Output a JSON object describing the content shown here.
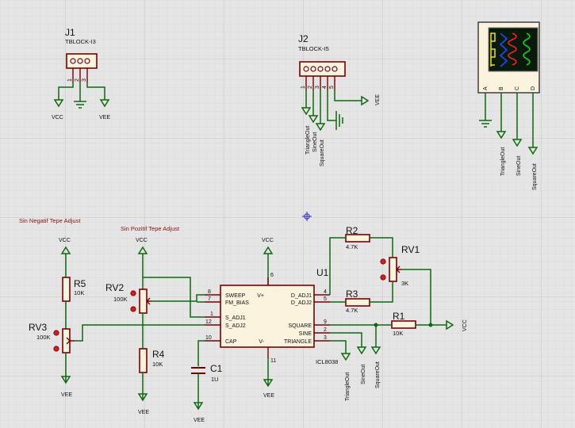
{
  "colors": {
    "background": "#e5e5e5",
    "grid_minor": "#d3d3d3",
    "grid_major": "#bcbcbc",
    "wire": "#0c6a0c",
    "part_outline": "#7a0000",
    "part_fill": "#fbf3dd",
    "note_text": "#8b1010"
  },
  "j1": {
    "ref": "J1",
    "value": "TBLOCK-I3",
    "pins": [
      "1",
      "2",
      "3"
    ],
    "net_left": "VCC",
    "net_right": "VEE"
  },
  "j2": {
    "ref": "J2",
    "value": "TBLOCK-I5",
    "pins": [
      "1",
      "2",
      "3",
      "4",
      "5"
    ],
    "nets": [
      "TriangleOut",
      "SineOut",
      "SquareOut"
    ],
    "net_vee": "VEE"
  },
  "scope": {
    "channels": [
      "A",
      "B",
      "C",
      "D"
    ],
    "nets": [
      "TriangleOut",
      "SineOut",
      "SquareOut"
    ],
    "trace_colors": [
      "#f2e600",
      "#1e48ff",
      "#ff2020",
      "#19d219"
    ]
  },
  "notes": {
    "neg": "Sin Negatif Tepe Adjust",
    "pos": "Sin Pozitif Tepe Adjust"
  },
  "rv3": {
    "ref": "RV3",
    "value": "100K"
  },
  "r5": {
    "ref": "R5",
    "value": "10K"
  },
  "rv2": {
    "ref": "RV2",
    "value": "100K"
  },
  "r4": {
    "ref": "R4",
    "value": "10K"
  },
  "c1": {
    "ref": "C1",
    "value": "1U"
  },
  "r2": {
    "ref": "R2",
    "value": "4.7K"
  },
  "r3": {
    "ref": "R3",
    "value": "4.7K"
  },
  "rv1": {
    "ref": "RV1",
    "value": "3K"
  },
  "r1": {
    "ref": "R1",
    "value": "10K"
  },
  "u1": {
    "ref": "U1",
    "value": "ICL8038",
    "pins_left": [
      {
        "num": "8",
        "name": "SWEEP"
      },
      {
        "num": "7",
        "name": "FM_BIAS"
      },
      {
        "num": "1",
        "name": "S_ADJ1"
      },
      {
        "num": "12",
        "name": "S_ADJ2"
      },
      {
        "num": "10",
        "name": "CAP"
      }
    ],
    "pins_right": [
      {
        "num": "4",
        "name": "D_ADJ1"
      },
      {
        "num": "5",
        "name": "D_ADJ2"
      },
      {
        "num": "9",
        "name": "SQUARE"
      },
      {
        "num": "2",
        "name": "SINE"
      },
      {
        "num": "3",
        "name": "TRIANGLE"
      }
    ],
    "pin_top": {
      "num": "6",
      "name": "V+"
    },
    "pin_bottom": {
      "num": "11",
      "name": "V-"
    }
  },
  "power": {
    "vcc_rv3": "VCC",
    "vee_rv3": "VEE",
    "vcc_rv2": "VCC",
    "vee_r4": "VEE",
    "vcc_u1": "VCC",
    "vee_u1": "VEE",
    "vee_c1": "VEE",
    "vcc_r1": "VCC"
  },
  "u1_out_nets": [
    "TriangleOut",
    "SineOut",
    "SquareOut"
  ]
}
